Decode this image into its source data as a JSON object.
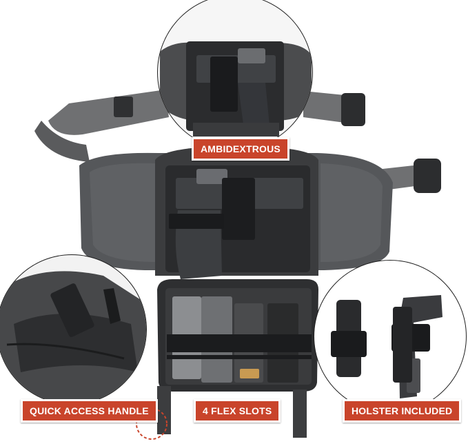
{
  "labels": {
    "ambidextrous": "AMBIDEXTROUS",
    "quick_access_handle": "QUICK ACCESS HANDLE",
    "flex_slots": "4 FLEX SLOTS",
    "holster_included": "HOLSTER INCLUDED"
  },
  "colors": {
    "label_background": "#c9442b",
    "label_text": "#ffffff",
    "fabric": "#4a4b4c",
    "strap": "#6f7072",
    "background": "#ffffff"
  }
}
